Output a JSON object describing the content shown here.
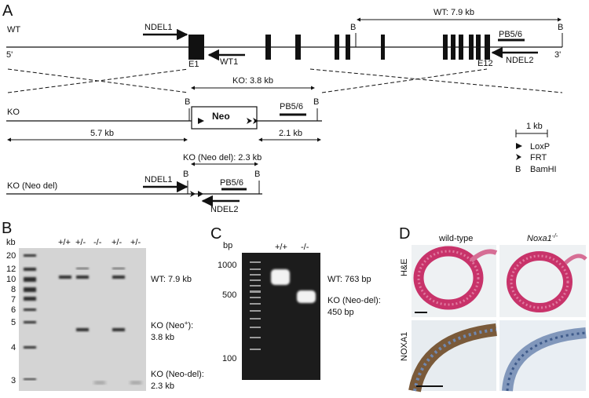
{
  "panels": {
    "a": "A",
    "b": "B",
    "c": "C",
    "d": "D"
  },
  "panel_a": {
    "wt_row_label": "WT",
    "five_prime": "5'",
    "three_prime": "3'",
    "wt_fragment": "WT: 7.9 kb",
    "ko_fragment": "KO: 3.8 kb",
    "ko_row_label": "KO",
    "neo_label": "Neo",
    "ko_left_span": "5.7 kb",
    "ko_right_span": "2.1 kb",
    "ko_neodel_fragment": "KO (Neo del): 2.3 kb",
    "ko_neodel_row_label": "KO (Neo del)",
    "exon_first": "E1",
    "exon_last": "E12",
    "primers": {
      "ndel1": "NDEL1",
      "wt1": "WT1",
      "ndel2": "NDEL2",
      "pb56": "PB5/6"
    },
    "site_b": "B",
    "legend": {
      "scale": "1 kb",
      "loxp": "LoxP",
      "frt": "FRT",
      "bamhi_symbol": "B",
      "bamhi": "BamHI"
    }
  },
  "panel_b": {
    "axis_unit": "kb",
    "ladder_ticks": [
      "20",
      "12",
      "10",
      "8",
      "7",
      "6",
      "5",
      "4",
      "3"
    ],
    "lanes": [
      "+/+",
      "+/-",
      "-/-",
      "+/-",
      "+/-"
    ],
    "band_wt": "WT: 7.9 kb",
    "band_ko_line1": "KO (Neo",
    "band_ko_sup": "+",
    "band_ko_line1_end": "):",
    "band_ko_line2": "3.8 kb",
    "band_neodel_line1": "KO (Neo-del):",
    "band_neodel_line2": "2.3 kb"
  },
  "panel_c": {
    "axis_unit": "bp",
    "ladder_ticks": [
      "1000",
      "500",
      "100"
    ],
    "lanes": [
      "+/+",
      "-/-"
    ],
    "band_wt": "WT: 763 bp",
    "band_ko_line1": "KO (Neo-del):",
    "band_ko_line2": "450 bp"
  },
  "panel_d": {
    "col_wildtype": "wild-type",
    "col_knockout": "Noxa1",
    "col_knockout_sup": "-/-",
    "row_he": "H&E",
    "row_noxa1": "NOXA1"
  },
  "colors": {
    "gel_background": "#d4d4d4",
    "gel_band": "#2a2a2a",
    "agarose_background": "#1c1c1c",
    "agarose_band": "#f2f2f2",
    "he_stain": "#c8336a",
    "ihc_stain": "#7a5a3a",
    "hematoxylin": "#6f87b0"
  }
}
